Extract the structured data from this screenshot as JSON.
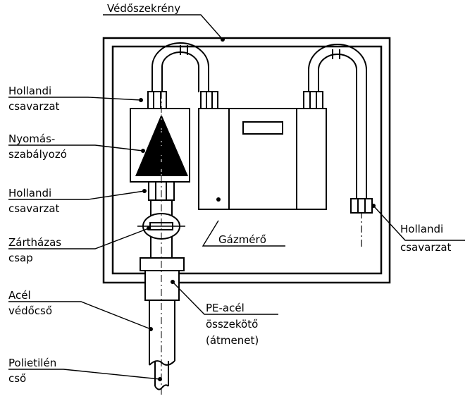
{
  "labels": {
    "cabinet": "Védőszekrény",
    "union_top_1": "Hollandi",
    "union_top_2": "csavarzat",
    "regulator_1": "Nyomás-",
    "regulator_2": "szabályozó",
    "union_mid_1": "Hollandi",
    "union_mid_2": "csavarzat",
    "valve_1": "Zártházas",
    "valve_2": "csap",
    "steel_pipe_1": "Acél",
    "steel_pipe_2": "védőcső",
    "pe_pipe_1": "Polietilén",
    "pe_pipe_2": "cső",
    "meter": "Gázmérő",
    "transition_1": "PE-acél",
    "transition_2": "összekötő",
    "transition_3": "(átmenet)",
    "union_right_1": "Hollandi",
    "union_right_2": "csavarzat"
  }
}
